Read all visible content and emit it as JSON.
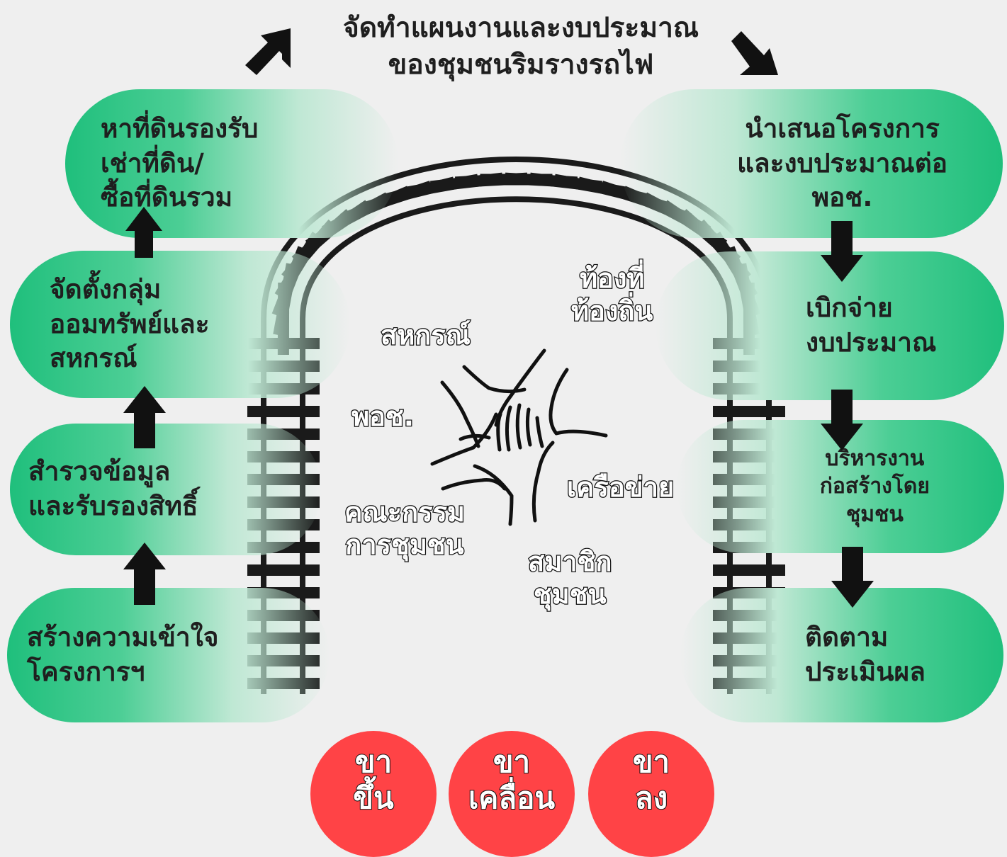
{
  "title": {
    "line1": "จัดทำแผนงานและงบประมาณ",
    "line2": "ของชุมชนริมรางรถไฟ"
  },
  "left_steps": [
    {
      "lines": [
        "หาที่ดินรองรับ",
        "เช่าที่ดิน/",
        "ซื้อที่ดินรวม"
      ]
    },
    {
      "lines": [
        "จัดตั้งกลุ่ม",
        "ออมทรัพย์และ",
        "สหกรณ์"
      ]
    },
    {
      "lines": [
        "สำรวจข้อมูล",
        "และรับรองสิทธิ์"
      ]
    },
    {
      "lines": [
        "สร้างความเข้าใจ",
        "โครงการฯ"
      ]
    }
  ],
  "right_steps": [
    {
      "lines": [
        "นำเสนอโครงการ",
        "และงบประมาณต่อ",
        "พอช."
      ]
    },
    {
      "lines": [
        "เบิกจ่าย",
        "งบประมาณ"
      ]
    },
    {
      "lines": [
        "บริหารงาน",
        "ก่อสร้างโดย",
        "ชุมชน"
      ]
    },
    {
      "lines": [
        "ติดตาม",
        "ประเมินผล"
      ]
    }
  ],
  "hub": {
    "local": [
      "ท้องที่",
      "ท้องถิ่น"
    ],
    "coop": [
      "สหกรณ์"
    ],
    "codi": [
      "พอช."
    ],
    "network": [
      "เครือข่าย"
    ],
    "committee": [
      "คณะกรรม",
      "การชุมชน"
    ],
    "members": [
      "สมาชิก",
      "ชุมชน"
    ]
  },
  "phases": [
    {
      "lines": [
        "ขา",
        "ขึ้น"
      ]
    },
    {
      "lines": [
        "ขา",
        "เคลื่อน"
      ]
    },
    {
      "lines": [
        "ขา",
        "ลง"
      ]
    }
  ],
  "colors": {
    "pill_green": "#1fbf7c",
    "phase_red": "#ff4346",
    "rail": "#1a1a1a"
  }
}
